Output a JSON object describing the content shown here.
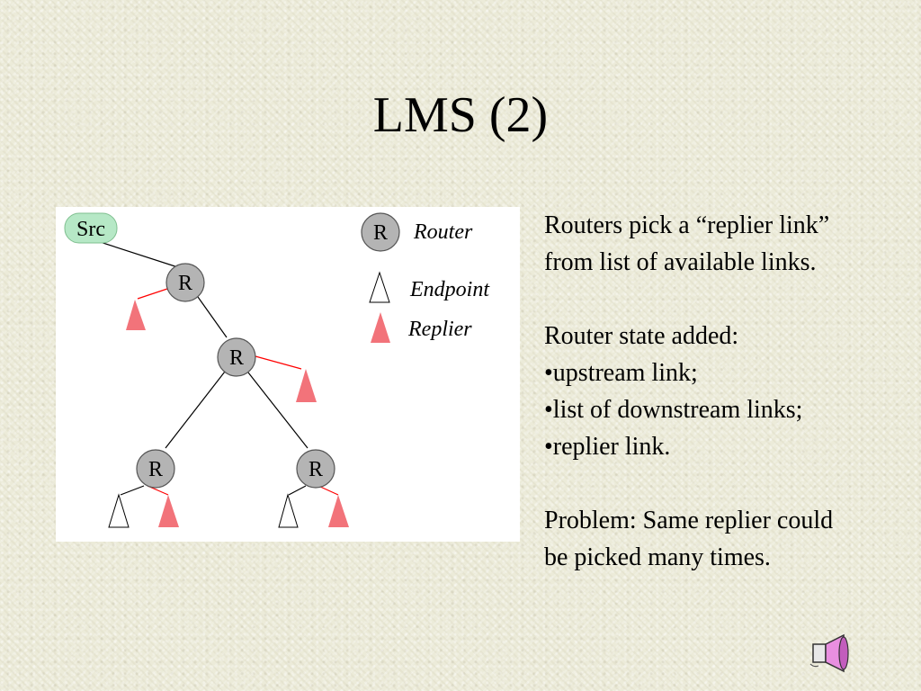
{
  "slide": {
    "title": "LMS (2)"
  },
  "diagram": {
    "nodes": {
      "src": "Src",
      "router": "R"
    },
    "legend": {
      "router_symbol": "R",
      "router": "Router",
      "endpoint": "Endpoint",
      "replier": "Replier"
    },
    "colors": {
      "router_fill": "#b4b4b4",
      "src_fill": "#b6e8c6",
      "replier_fill": "#f2737a",
      "replier_link": "#ff0000",
      "link": "#000000"
    }
  },
  "text": {
    "para1_line1": "Routers pick a “replier link”",
    "para1_line2": "from list of available links.",
    "para2_heading": "Router state added:",
    "bullets": [
      "•upstream link;",
      "•list of downstream links;",
      "•replier link."
    ],
    "para3_line1": "Problem: Same replier could",
    "para3_line2": "be picked many times."
  },
  "icons": {
    "sound": "speaker-icon"
  }
}
